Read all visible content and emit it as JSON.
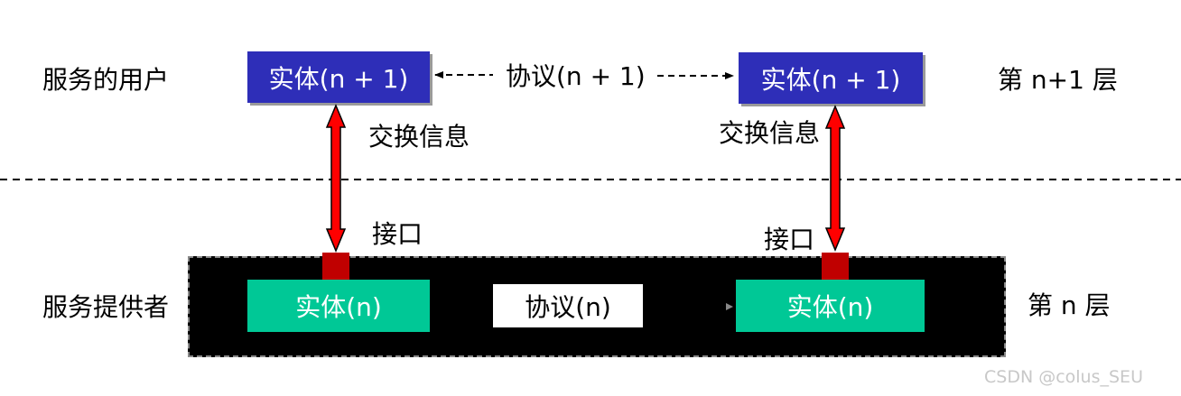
{
  "layers": {
    "upper": {
      "role_label": "服务的用户",
      "layer_label": "第 n+1 层",
      "entity_left": "实体(n + 1)",
      "entity_right": "实体(n + 1)",
      "protocol": "协议(n + 1)"
    },
    "lower": {
      "role_label": "服务提供者",
      "layer_label": "第 n 层",
      "entity_left": "实体(n)",
      "entity_right": "实体(n)",
      "protocol": "协议(n)"
    }
  },
  "exchange": {
    "left": "交换信息",
    "right": "交换信息"
  },
  "interface": {
    "left": "接口",
    "right": "接口"
  },
  "watermark": "CSDN @colus_SEU",
  "colors": {
    "entity_upper": "#2e2eb8",
    "entity_lower": "#00c896",
    "interface": "#c00000",
    "arrow": "#ff0000",
    "band": "#000000"
  }
}
